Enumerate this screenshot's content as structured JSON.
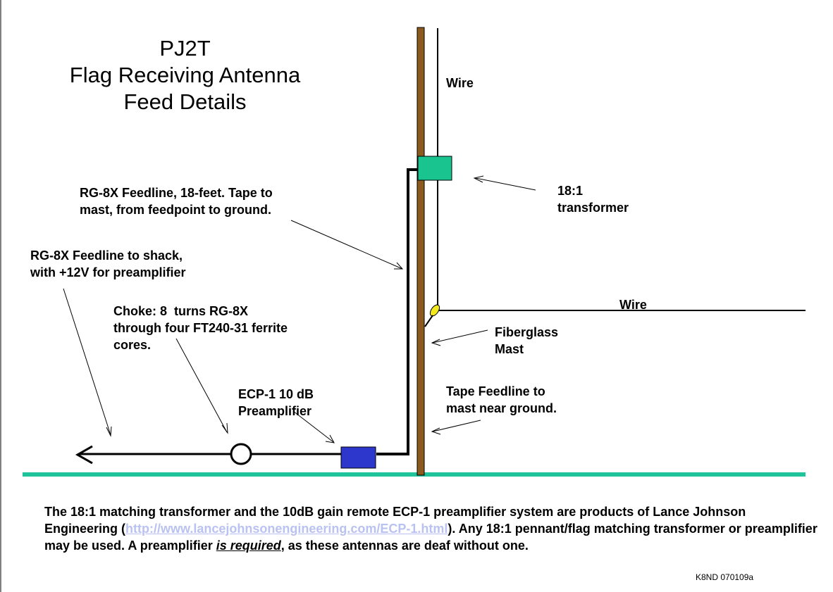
{
  "title": {
    "line1": "PJ2T",
    "line2": "Flag Receiving Antenna",
    "line3": "Feed Details"
  },
  "labels": {
    "wire_top": "Wire",
    "wire_horizontal": "Wire",
    "transformer_1": "18:1",
    "transformer_2": "transformer",
    "feedline_mast_1": "RG-8X Feedline, 18-feet. Tape to",
    "feedline_mast_2": "mast, from feedpoint to ground.",
    "feedline_shack_1": "RG-8X Feedline to shack,",
    "feedline_shack_2": "with +12V for preamplifier",
    "choke_1": "Choke: 8  turns RG-8X",
    "choke_2": "through four FT240-31 ferrite",
    "choke_3": "cores.",
    "mast_1": "Fiberglass",
    "mast_2": "Mast",
    "tape_1": "Tape Feedline to",
    "tape_2": "mast near ground.",
    "preamp_1": "ECP-1 10 dB",
    "preamp_2": "Preamplifier"
  },
  "paragraph": {
    "part1": "The 18:1 matching transformer and the 10dB gain remote ECP-1 preamplifier system are products of Lance Johnson Engineering (",
    "link": "http://www.lancejohnsonengineering.com/ECP-1.html",
    "part2": "). Any 18:1 pennant/flag matching transformer or preamplifier may be used. A preamplifier ",
    "emphasis": "is required",
    "part3": ", as these antennas are deaf without one."
  },
  "footer": "K8ND 070109a",
  "colors": {
    "ground": "#1fc49a",
    "mast": "#8b5a1e",
    "transformer": "#19c48f",
    "preamp": "#2e37cc",
    "insulator": "#f2e81f",
    "link": "#b9c2f2"
  }
}
